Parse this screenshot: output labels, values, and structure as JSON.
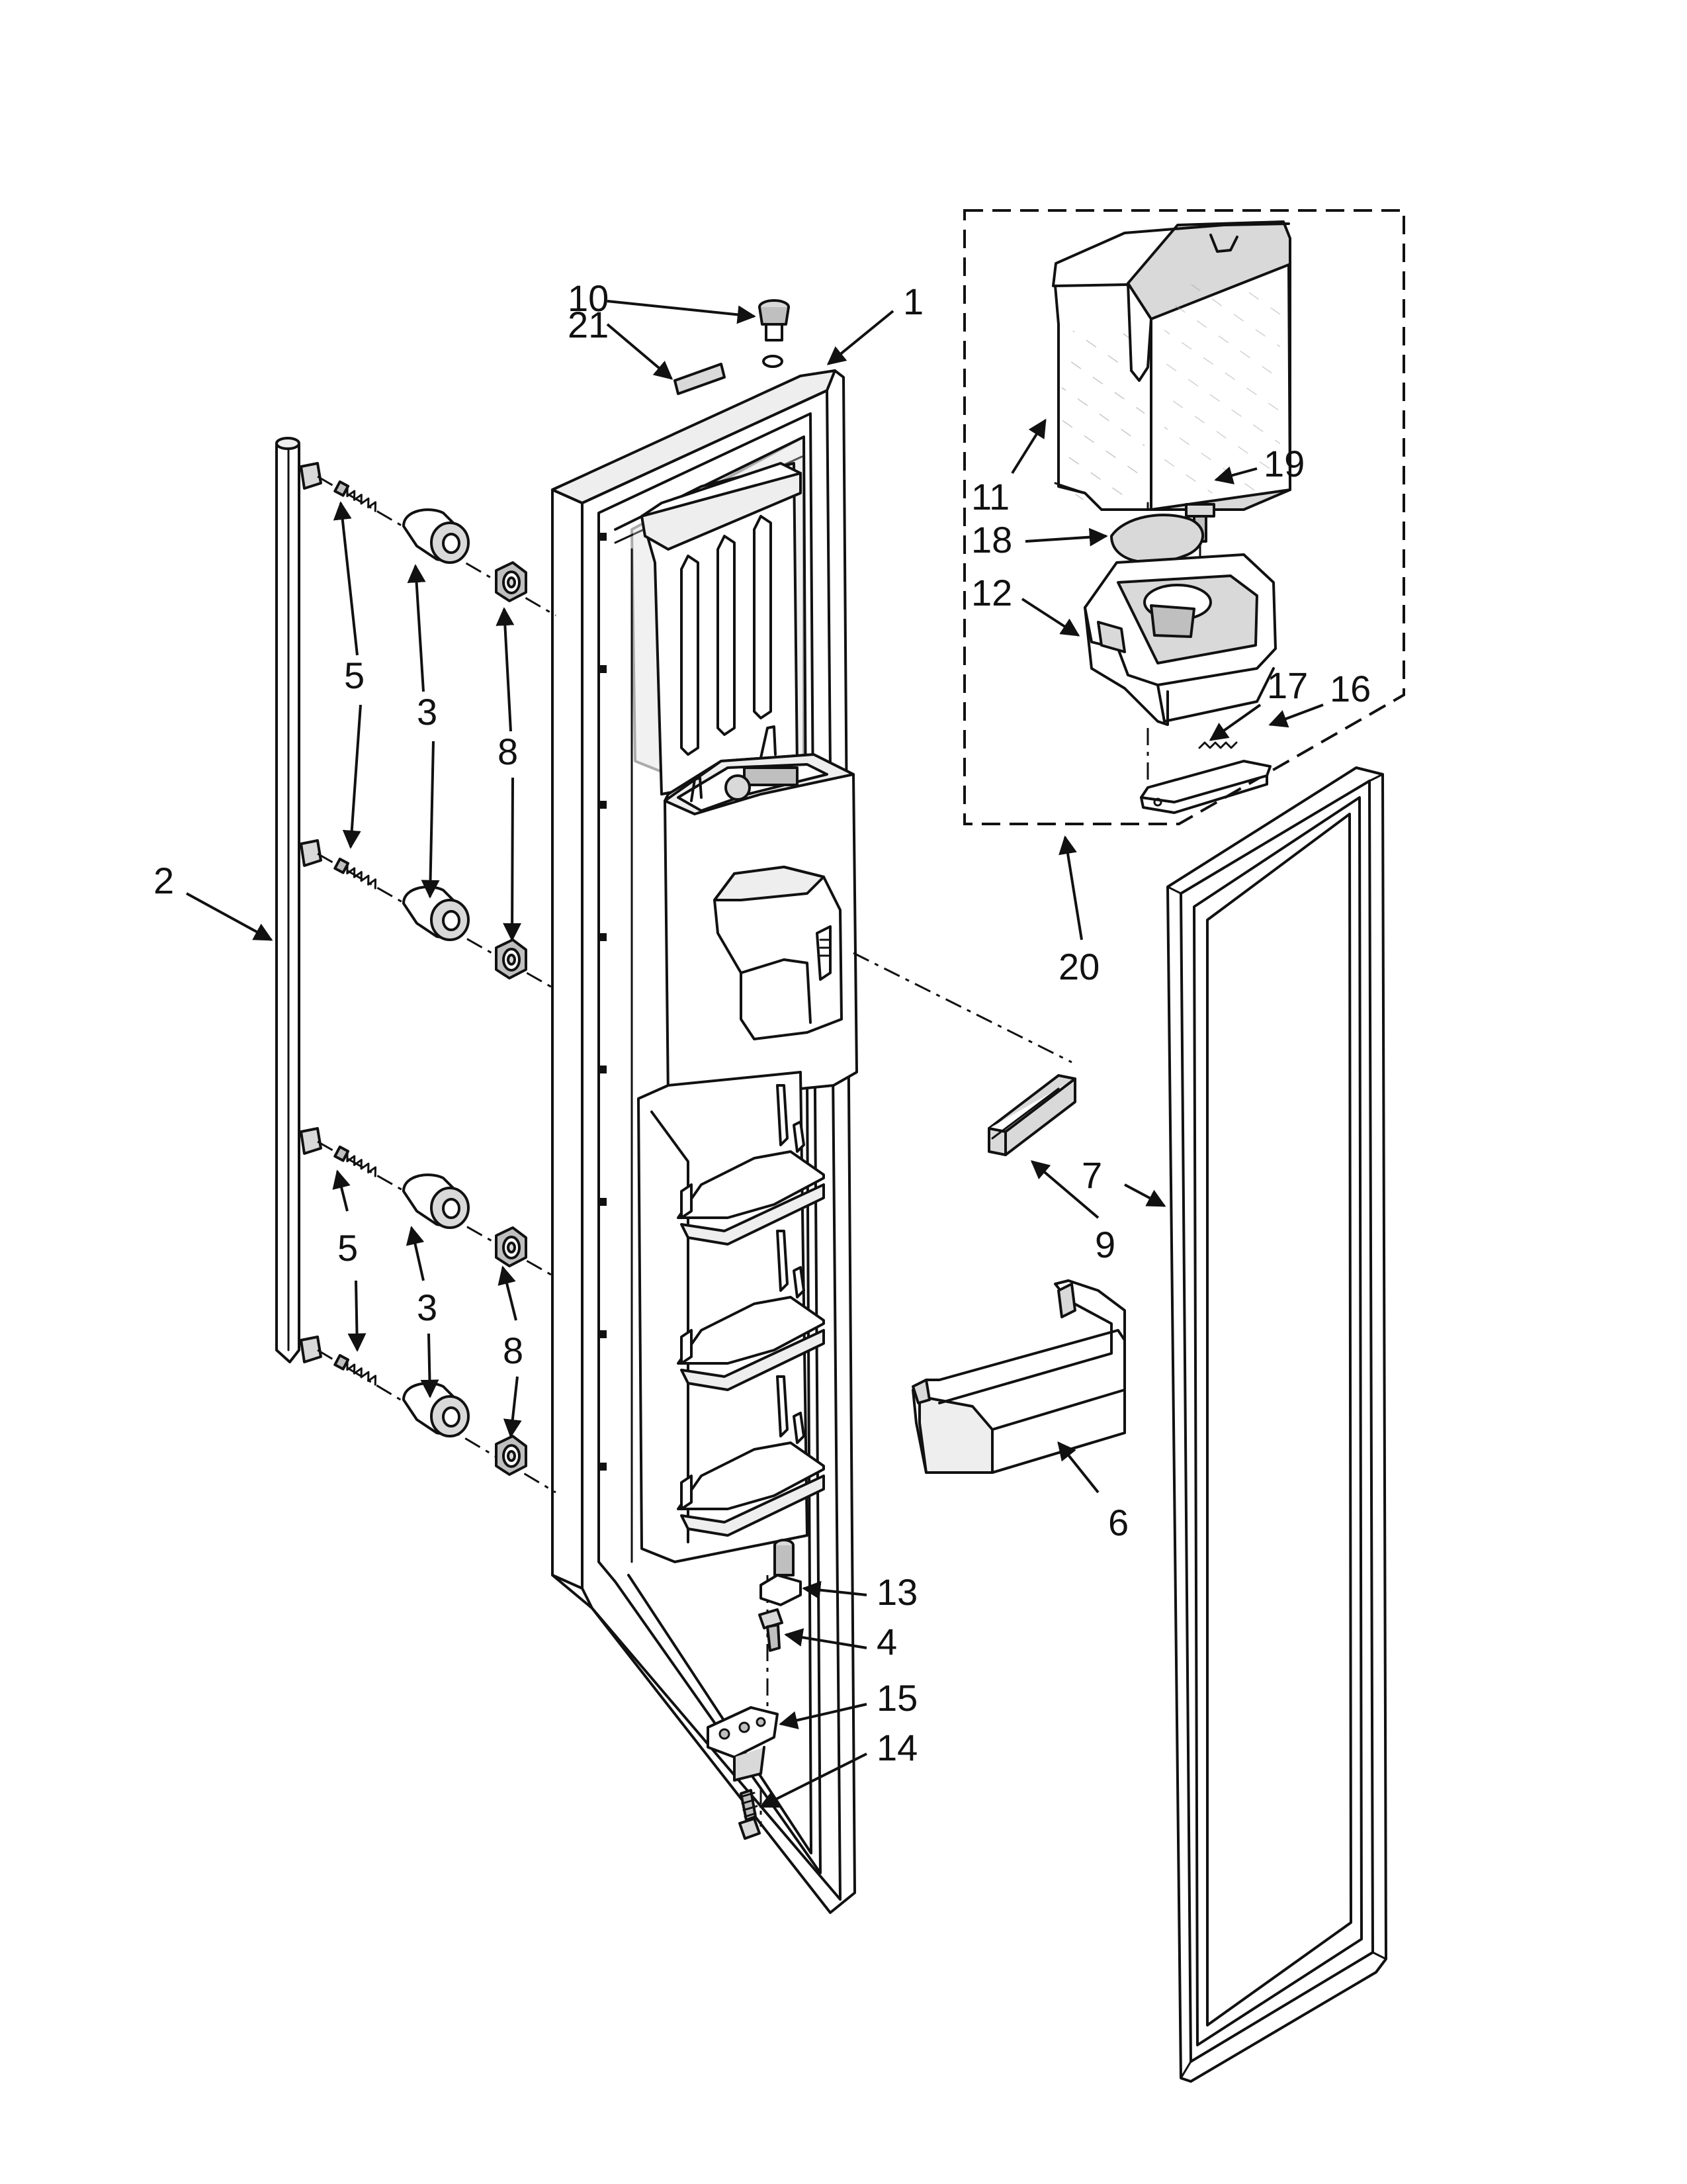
{
  "diagram": {
    "callouts": [
      {
        "id": "c1",
        "label": "1"
      },
      {
        "id": "c2",
        "label": "2"
      },
      {
        "id": "c3a",
        "label": "3"
      },
      {
        "id": "c3b",
        "label": "3"
      },
      {
        "id": "c4",
        "label": "4"
      },
      {
        "id": "c5a",
        "label": "5"
      },
      {
        "id": "c5b",
        "label": "5"
      },
      {
        "id": "c6",
        "label": "6"
      },
      {
        "id": "c7",
        "label": "7"
      },
      {
        "id": "c8a",
        "label": "8"
      },
      {
        "id": "c8b",
        "label": "8"
      },
      {
        "id": "c9",
        "label": "9"
      },
      {
        "id": "c10",
        "label": "10"
      },
      {
        "id": "c11",
        "label": "11"
      },
      {
        "id": "c12",
        "label": "12"
      },
      {
        "id": "c13",
        "label": "13"
      },
      {
        "id": "c14",
        "label": "14"
      },
      {
        "id": "c15",
        "label": "15"
      },
      {
        "id": "c16",
        "label": "16"
      },
      {
        "id": "c17",
        "label": "17"
      },
      {
        "id": "c18",
        "label": "18"
      },
      {
        "id": "c19",
        "label": "19"
      },
      {
        "id": "c20",
        "label": "20"
      },
      {
        "id": "c21",
        "label": "21"
      }
    ]
  }
}
